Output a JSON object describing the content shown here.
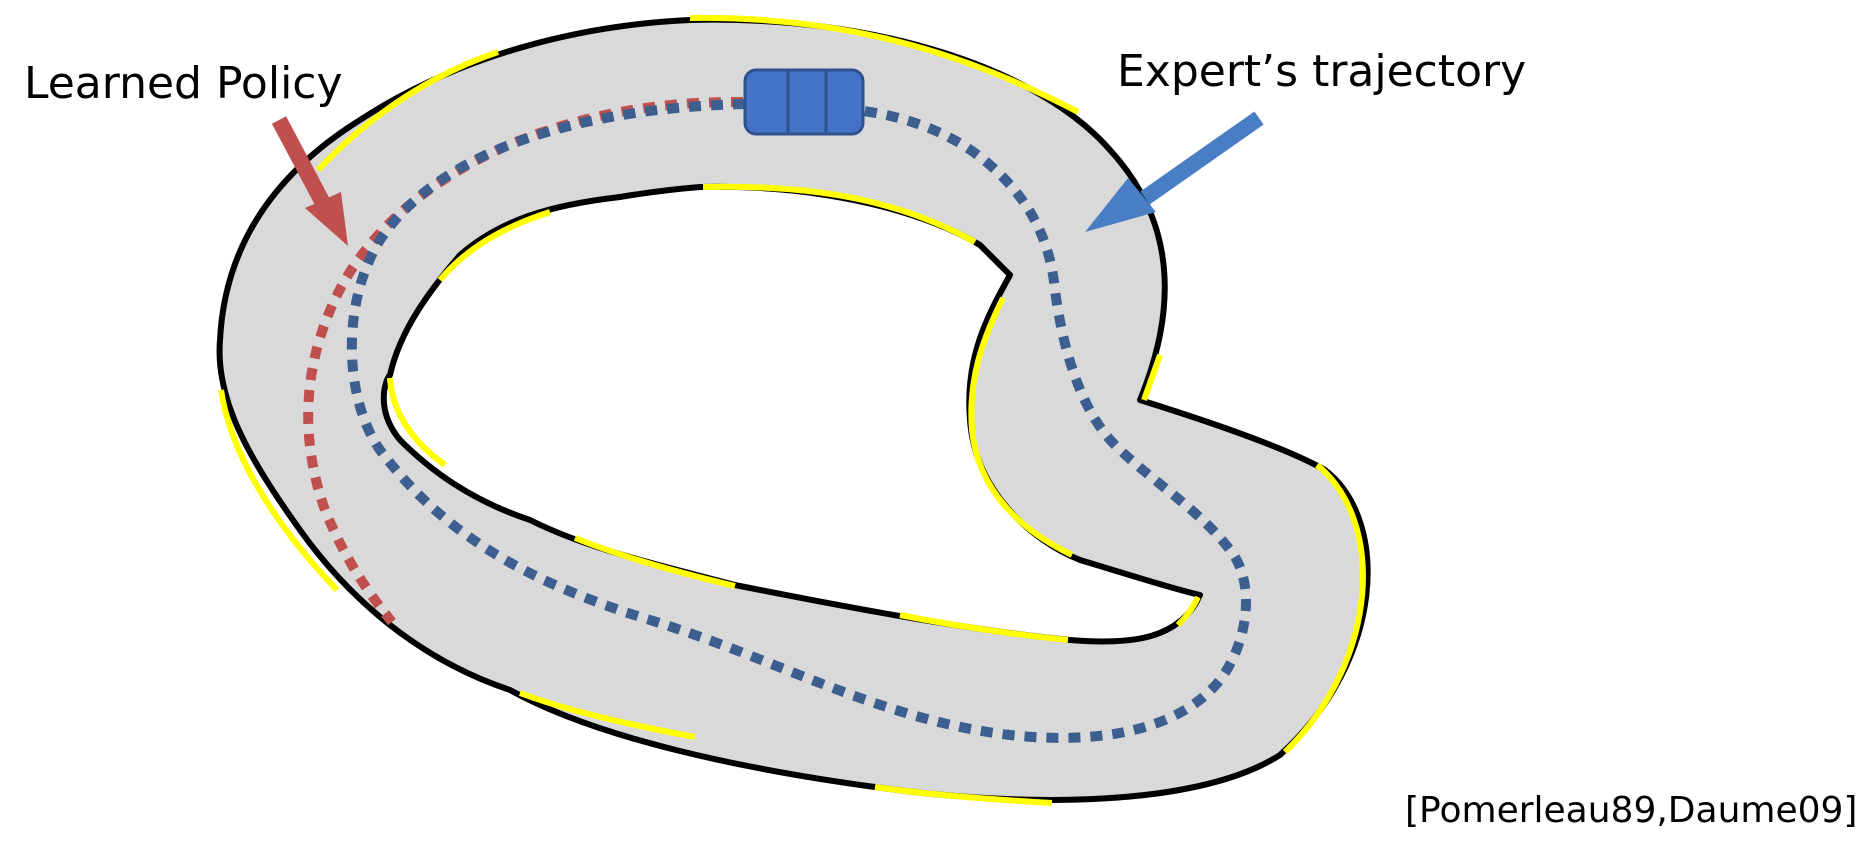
{
  "labels": {
    "learned_policy": "Learned Policy",
    "expert_trajectory": "Expert’s trajectory",
    "citation": "[Pomerleau89,Daume09]"
  },
  "colors": {
    "road_fill": "#d9d9d9",
    "edge_black": "#000000",
    "edge_yellow": "#ffff00",
    "learned_policy": "#c0504d",
    "expert_trajectory": "#3d5f8f",
    "expert_arrow": "#4a7ec4",
    "car": "#4472c4",
    "car_outline": "#2f528f"
  },
  "icons": {
    "car": "car-icon",
    "learned_arrow": "arrow-down-right-icon",
    "expert_arrow": "arrow-down-left-icon"
  }
}
